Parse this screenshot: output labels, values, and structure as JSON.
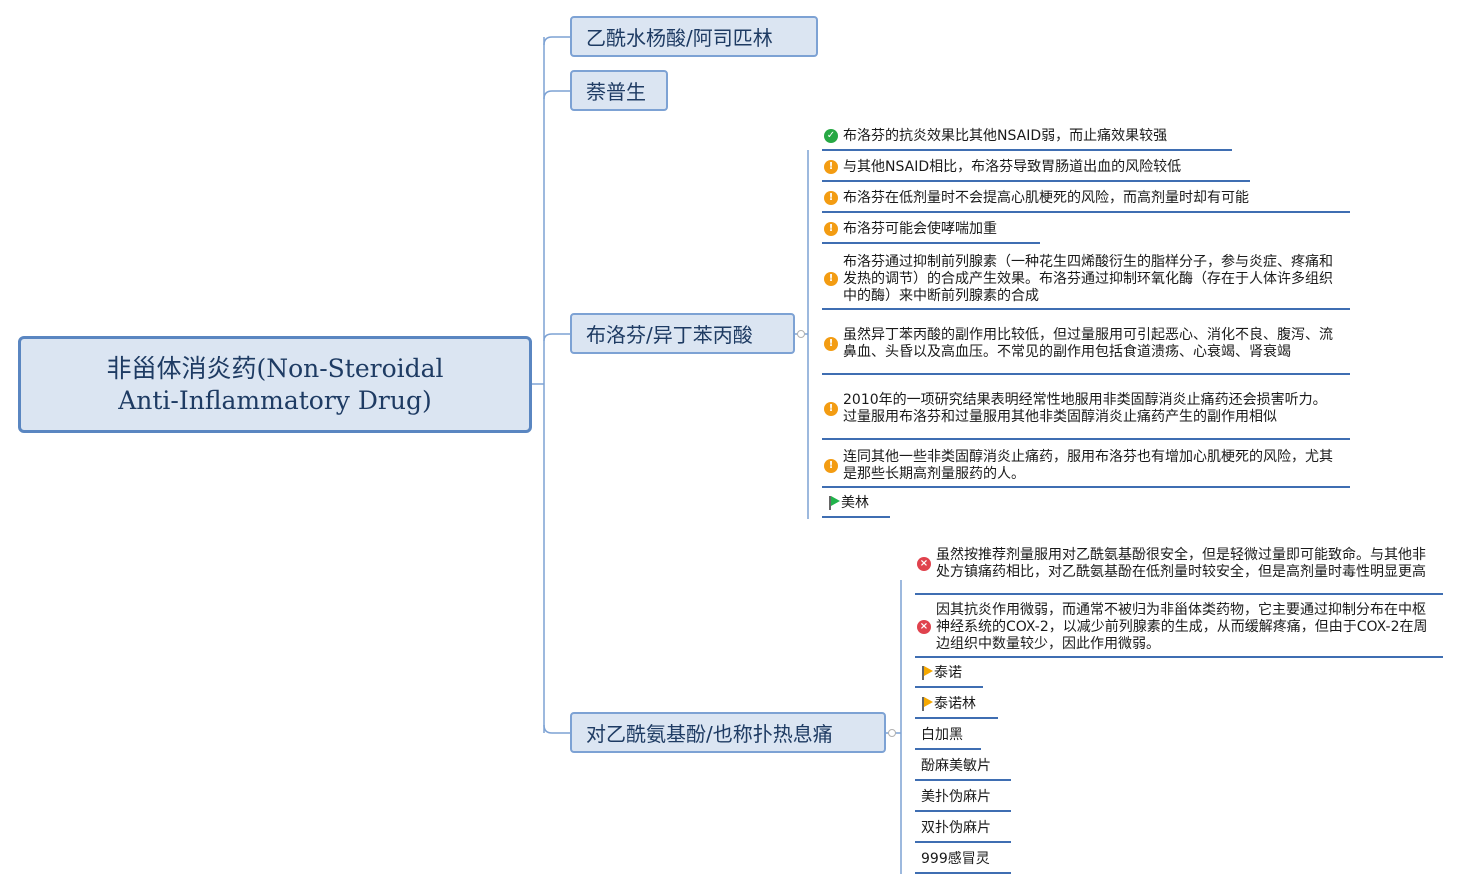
{
  "root": {
    "label": "非甾体消炎药(Non-Steroidal\nAnti-Inflammatory Drug)"
  },
  "branches": [
    {
      "label": "乙酰水杨酸/阿司匹林"
    },
    {
      "label": "萘普生"
    },
    {
      "label": "布洛芬/异丁苯丙酸"
    },
    {
      "label": "对乙酰氨基酚/也称扑热息痛"
    }
  ],
  "ibuprofen_notes": [
    {
      "icon": "check-icon",
      "text": "布洛芬的抗炎效果比其他NSAID弱，而止痛效果较强"
    },
    {
      "icon": "warning-icon",
      "text": "与其他NSAID相比，布洛芬导致胃肠道出血的风险较低"
    },
    {
      "icon": "warning-icon",
      "text": "布洛芬在低剂量时不会提高心肌梗死的风险，而高剂量时却有可能"
    },
    {
      "icon": "warning-icon",
      "text": "布洛芬可能会使哮喘加重"
    },
    {
      "icon": "warning-icon",
      "text": "布洛芬通过抑制前列腺素（一种花生四烯酸衍生的脂样分子，参与炎症、疼痛和发热的调节）的合成产生效果。布洛芬通过抑制环氧化酶（存在于人体许多组织中的酶）来中断前列腺素的合成"
    },
    {
      "icon": "warning-icon",
      "text": "虽然异丁苯丙酸的副作用比较低，但过量服用可引起恶心、消化不良、腹泻、流鼻血、头昏以及高血压。不常见的副作用包括食道溃疡、心衰竭、肾衰竭"
    },
    {
      "icon": "warning-icon",
      "text": "2010年的一项研究结果表明经常性地服用非类固醇消炎止痛药还会损害听力。过量服用布洛芬和过量服用其他非类固醇消炎止痛药产生的副作用相似"
    },
    {
      "icon": "warning-icon",
      "text": "连同其他一些非类固醇消炎止痛药，服用布洛芬也有增加心肌梗死的风险，尤其是那些长期高剂量服药的人。"
    },
    {
      "icon": "green-flag-icon",
      "text": "美林"
    }
  ],
  "paracetamol_notes": [
    {
      "icon": "error-icon",
      "text": "虽然按推荐剂量服用对乙酰氨基酚很安全，但是轻微过量即可能致命。与其他非处方镇痛药相比，对乙酰氨基酚在低剂量时较安全，但是高剂量时毒性明显更高"
    },
    {
      "icon": "error-icon",
      "text": "因其抗炎作用微弱，而通常不被归为非甾体类药物，它主要通过抑制分布在中枢神经系统的COX-2，以减少前列腺素的生成，从而缓解疼痛，但由于COX-2在周边组织中数量较少，因此作用微弱。"
    },
    {
      "icon": "yellow-flag-icon",
      "text": "泰诺"
    },
    {
      "icon": "yellow-flag-icon",
      "text": "泰诺林"
    },
    {
      "icon": "",
      "text": "白加黑"
    },
    {
      "icon": "",
      "text": "酚麻美敏片"
    },
    {
      "icon": "",
      "text": "美扑伪麻片"
    },
    {
      "icon": "",
      "text": "双扑伪麻片"
    },
    {
      "icon": "",
      "text": "999感冒灵"
    }
  ],
  "colors": {
    "root_border": "#5a86c1",
    "branch_fill": "#dbe5f2",
    "underline": "#3f6eb2",
    "connector": "#7da2d4"
  }
}
